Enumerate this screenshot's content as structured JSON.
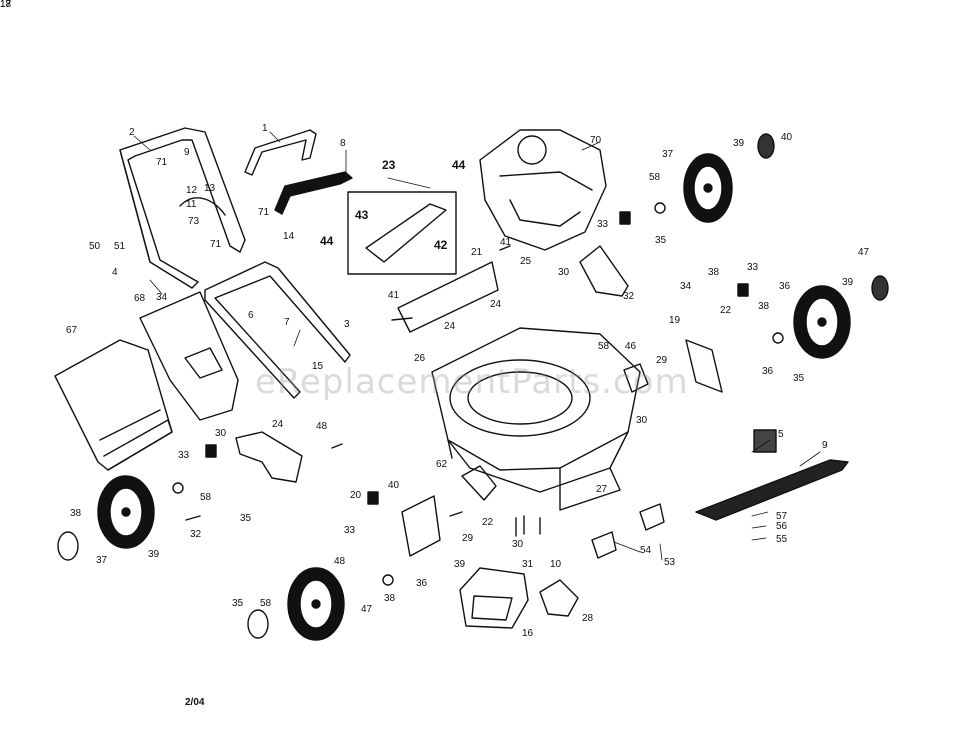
{
  "watermark": "eReplacementParts.com",
  "date_code": "2/04",
  "callouts": [
    "1",
    "2",
    "71",
    "12",
    "9",
    "13",
    "11",
    "73",
    "71",
    "14",
    "50",
    "51",
    "71",
    "4",
    "34",
    "68",
    "6",
    "3",
    "7",
    "15",
    "67",
    "8",
    "23",
    "44",
    "43",
    "42",
    "44",
    "70",
    "21",
    "41",
    "25",
    "41",
    "24",
    "24",
    "26",
    "37",
    "39",
    "40",
    "58",
    "33",
    "35",
    "38",
    "34",
    "32",
    "30",
    "47",
    "33",
    "39",
    "22",
    "36",
    "38",
    "19",
    "36",
    "35",
    "58",
    "46",
    "29",
    "30",
    "62",
    "27",
    "24",
    "48",
    "30",
    "33",
    "58",
    "35",
    "32",
    "38",
    "39",
    "37",
    "40",
    "20",
    "33",
    "22",
    "29",
    "30",
    "48",
    "36",
    "38",
    "35",
    "58",
    "47",
    "39",
    "31",
    "10",
    "16",
    "28",
    "5",
    "9",
    "57",
    "56",
    "55",
    "54",
    "53",
    "17",
    "18"
  ]
}
